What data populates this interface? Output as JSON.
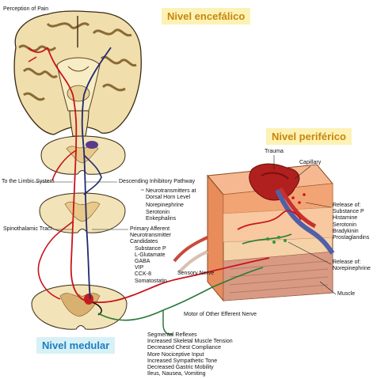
{
  "levels": {
    "encephalic": "Nivel encefálico",
    "peripheral": "Nivel periférico",
    "medullary": "Nivel medular"
  },
  "labels": {
    "perception_of_pain": "Perception of Pain",
    "limbic_system": "To the Limbic System",
    "descending_pathway": "Descending Inhibitory Pathway",
    "neurotransmitters_title": [
      "Neurotransmitters at",
      "Dorsal Horn Level"
    ],
    "neurotransmitters": [
      "Norepinephrine",
      "Serotonin",
      "Enkephalins"
    ],
    "spinothalamic_tract": "Spinothalamic Tract",
    "primary_afferent_title": [
      "Primary Afferent",
      "Neurotransmitter",
      "Candidates"
    ],
    "primary_afferent": [
      "Substance P",
      "L-Glutamate",
      "GABA",
      "VIP",
      "CCK-8",
      "Somatostatin"
    ],
    "trauma": "Trauma",
    "capillary": "Capillary",
    "release_of_1_title": "Release of:",
    "release_of_1": [
      "Substance P",
      "Histamine",
      "Serotonin",
      "Bradykinin",
      "Prostaglandins"
    ],
    "release_of_2_title": "Release of:",
    "release_of_2": [
      "Norepinephrine"
    ],
    "sensory_nerve": "Sensory Nerve",
    "muscle": "Muscle",
    "motor_nerve": "Motor of Other Efferent Nerve",
    "segmental_reflexes_title": "Segmental Reflexes",
    "segmental_reflexes": [
      "Increased Skeletal Muscle Tension",
      "Decreased Chest Compliance",
      "More Nociceptive Input",
      "Increased Sympathetic Tone",
      "Decreased Gastric Mobility",
      "Ileus, Nausea, Vomiting"
    ]
  },
  "colors": {
    "badge_bg": "#fdf2b6",
    "badge_text": "#c8860a",
    "badge_medular_bg": "#d8f1f7",
    "badge_medular_text": "#1a7fc0",
    "brain_tissue": "#f0deac",
    "brain_outline": "#3a2a12",
    "pain_pathway": "#c8141b",
    "descending_pathway": "#1e2a6e",
    "motor_pathway": "#2a7a3a"
  }
}
